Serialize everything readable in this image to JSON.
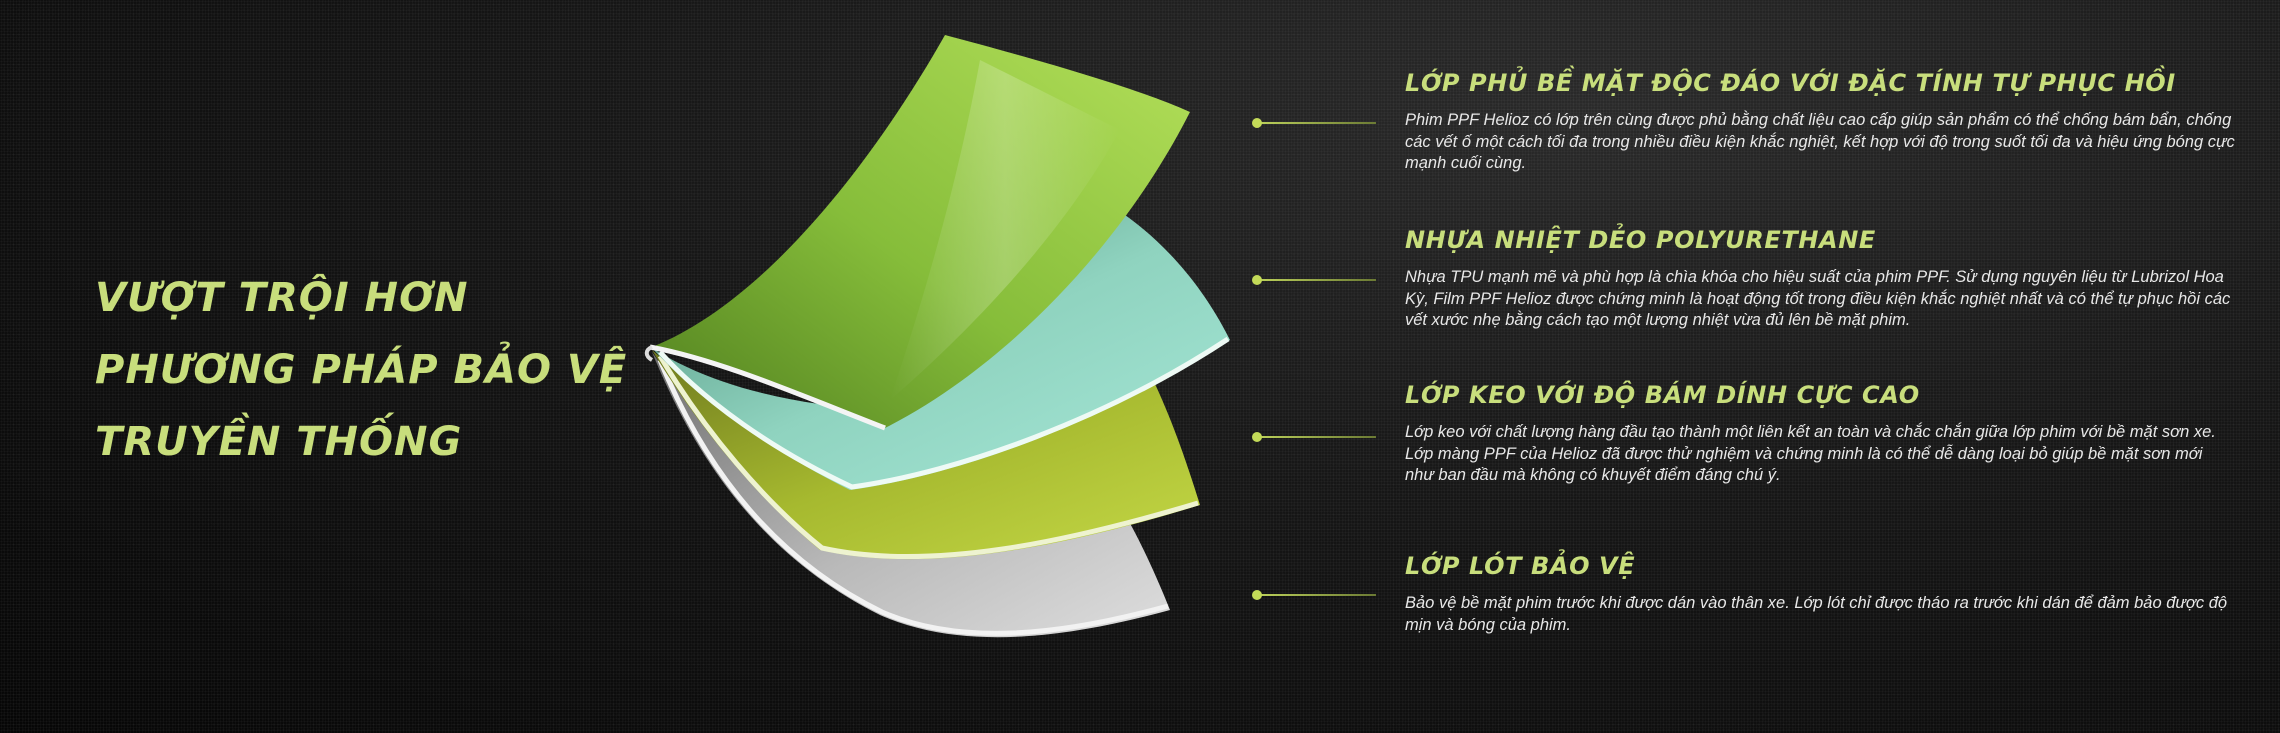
{
  "headline": {
    "lines": [
      "VƯỢT TRỘI HƠN",
      "PHƯƠNG PHÁP BẢO VỆ",
      "TRUYỀN THỐNG"
    ]
  },
  "colors": {
    "accent": "#c8de7c",
    "layer_top": "#8fc43e",
    "layer_teal": "#8fd8c4",
    "layer_adhesive": "#b8cc3e",
    "layer_liner": "#b5b5b5",
    "background": "#0a0a0a"
  },
  "features": [
    {
      "title": "LỚP PHỦ BỀ MẶT ĐỘC ĐÁO VỚI ĐẶC TÍNH TỰ PHỤC HỒI",
      "description": "Phim PPF Helioz có lớp trên cùng được phủ bằng chất liệu cao cấp giúp sản phẩm có thể chống bám bẩn, chống các vết ố một cách tối đa trong nhiều điều kiện khắc nghiệt, kết hợp với độ trong suốt tối đa và hiệu ứng bóng cực mạnh cuối cùng."
    },
    {
      "title": "NHỰA NHIỆT DẺO POLYURETHANE",
      "description": "Nhựa TPU mạnh mẽ và phù hợp là chìa khóa cho hiệu suất của phim PPF. Sử dụng nguyên liệu từ Lubrizol Hoa Kỳ, Film PPF Helioz được chứng minh là hoạt động tốt trong điều kiện khắc nghiệt nhất và có thể tự phục hồi các vết xước nhẹ bằng cách tạo một lượng nhiệt vừa đủ lên bề mặt phim."
    },
    {
      "title": "LỚP KEO VỚI ĐỘ BÁM DÍNH CỰC CAO",
      "description": "Lớp keo với chất lượng hàng đầu tạo thành một liên kết an toàn và chắc chắn giữa lớp phim với bề mặt sơn xe. Lớp màng PPF của Helioz đã được thử nghiệm và chứng minh là có thể dễ dàng loại bỏ giúp bề mặt sơn mới như ban đầu mà không có khuyết điểm đáng chú ý."
    },
    {
      "title": "LỚP LÓT BẢO VỆ",
      "description": "Bảo vệ bề mặt phim trước khi được dán vào thân xe. Lớp lót chỉ được tháo ra trước khi dán để đảm bảo được độ mịn và bóng của phim."
    }
  ]
}
